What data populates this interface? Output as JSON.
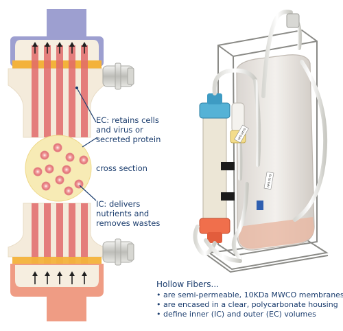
{
  "diagram": {
    "ec_label": [
      "EC: retains cells",
      "and virus or",
      "secreted protein"
    ],
    "cross_section_label": "cross section",
    "ic_label": [
      "IC: delivers",
      "nutrients and",
      "removes wastes"
    ]
  },
  "photo": {
    "tags": [
      "HF0 0470",
      "HF0 0279"
    ]
  },
  "hollow_fibers": {
    "title": "Hollow Fibers...",
    "bullets": [
      "are semi-permeable, 10KDa MWCO membranes",
      "are encased in a clear, polycarbonate housing",
      "define inner (IC) and outer (EC) volumes"
    ]
  },
  "colors": {
    "text_blue": "#1b3d6e",
    "fiber_red": "#e06a6a",
    "cap_purple": "#9d9fd0",
    "cap_salmon": "#ef9c84",
    "header_orange": "#f3b23b",
    "housing_beige": "#f4ebdb"
  }
}
